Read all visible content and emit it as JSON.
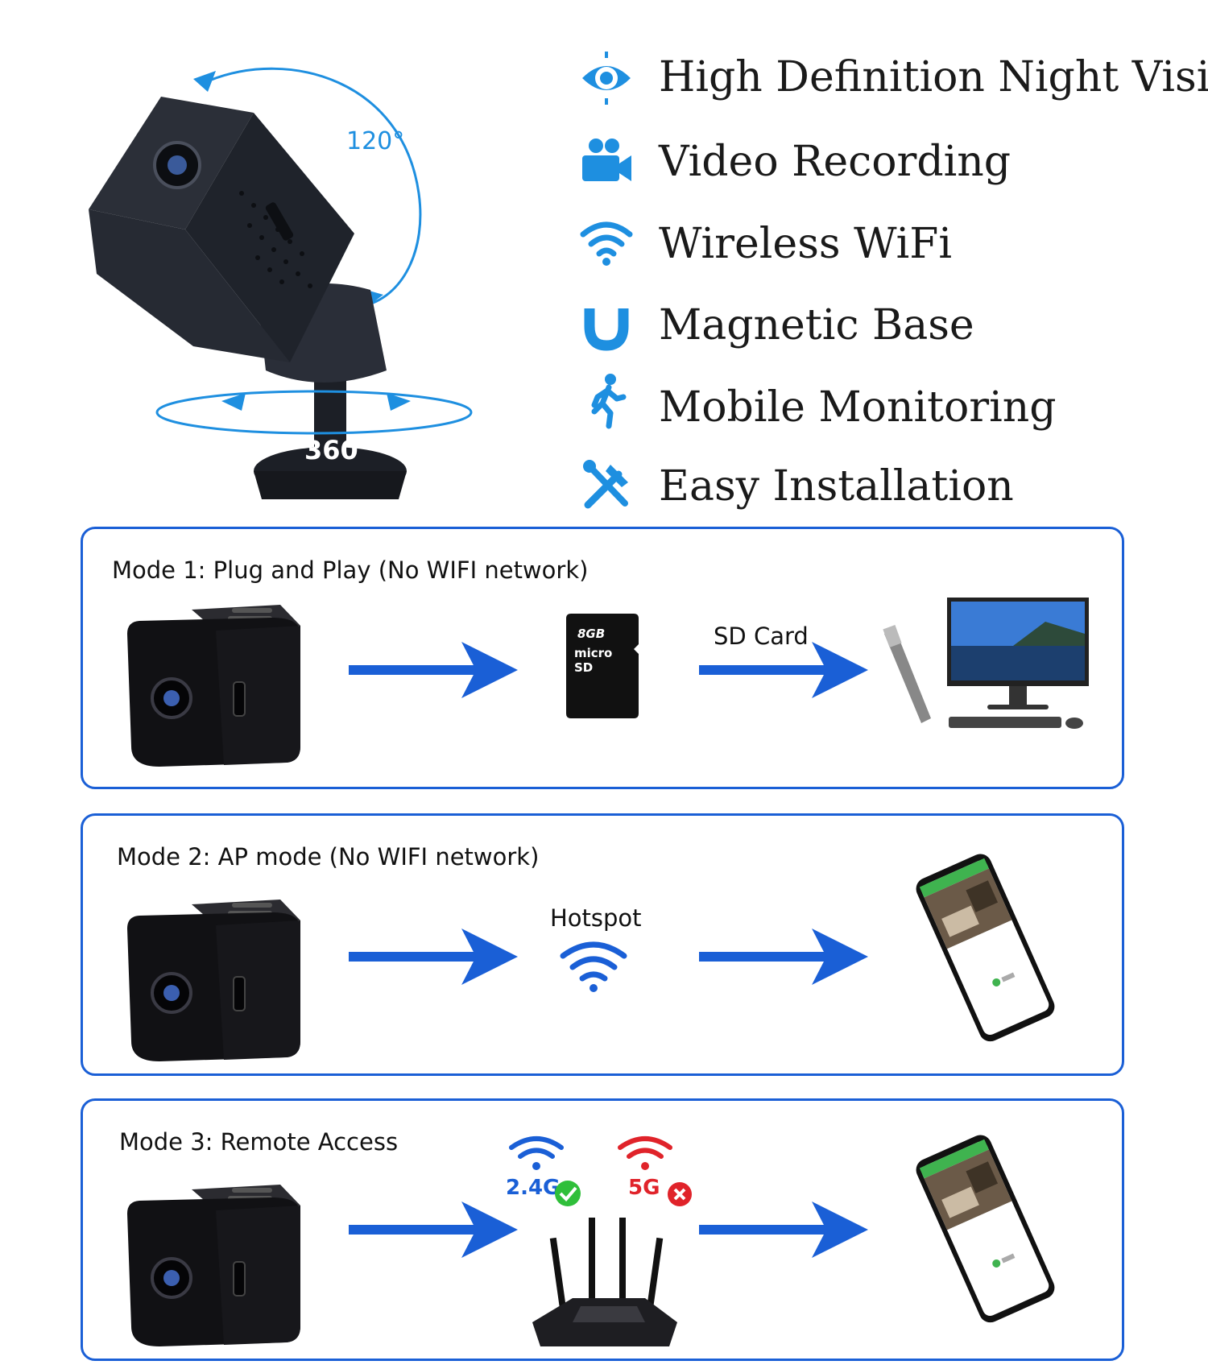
{
  "hero": {
    "tilt_label": "120°",
    "rotate_label": "360°"
  },
  "features": [
    {
      "icon": "eye-icon",
      "text": "High Definition Night Vision"
    },
    {
      "icon": "video-camera-icon",
      "text": "Video Recording"
    },
    {
      "icon": "wifi-icon",
      "text": "Wireless WiFi"
    },
    {
      "icon": "magnet-icon",
      "text": "Magnetic Base"
    },
    {
      "icon": "walking-person-icon",
      "text": "Mobile Monitoring"
    },
    {
      "icon": "tools-icon",
      "text": "Easy Installation"
    }
  ],
  "modes": [
    {
      "title": "Mode 1: Plug and Play (No WIFI network)",
      "middle_label": "SD Card",
      "sd_capacity": "8GB",
      "sd_brand": "micro SD"
    },
    {
      "title": "Mode 2: AP mode (No WIFI network)",
      "middle_label": "Hotspot"
    },
    {
      "title": "Mode 3: Remote Access",
      "band_ok": "2.4G",
      "band_bad": "5G"
    }
  ],
  "colors": {
    "accent_blue": "#1a5fd6",
    "icon_blue": "#1e8fe0",
    "ok_green": "#2fbf3a",
    "bad_red": "#e0232a"
  }
}
